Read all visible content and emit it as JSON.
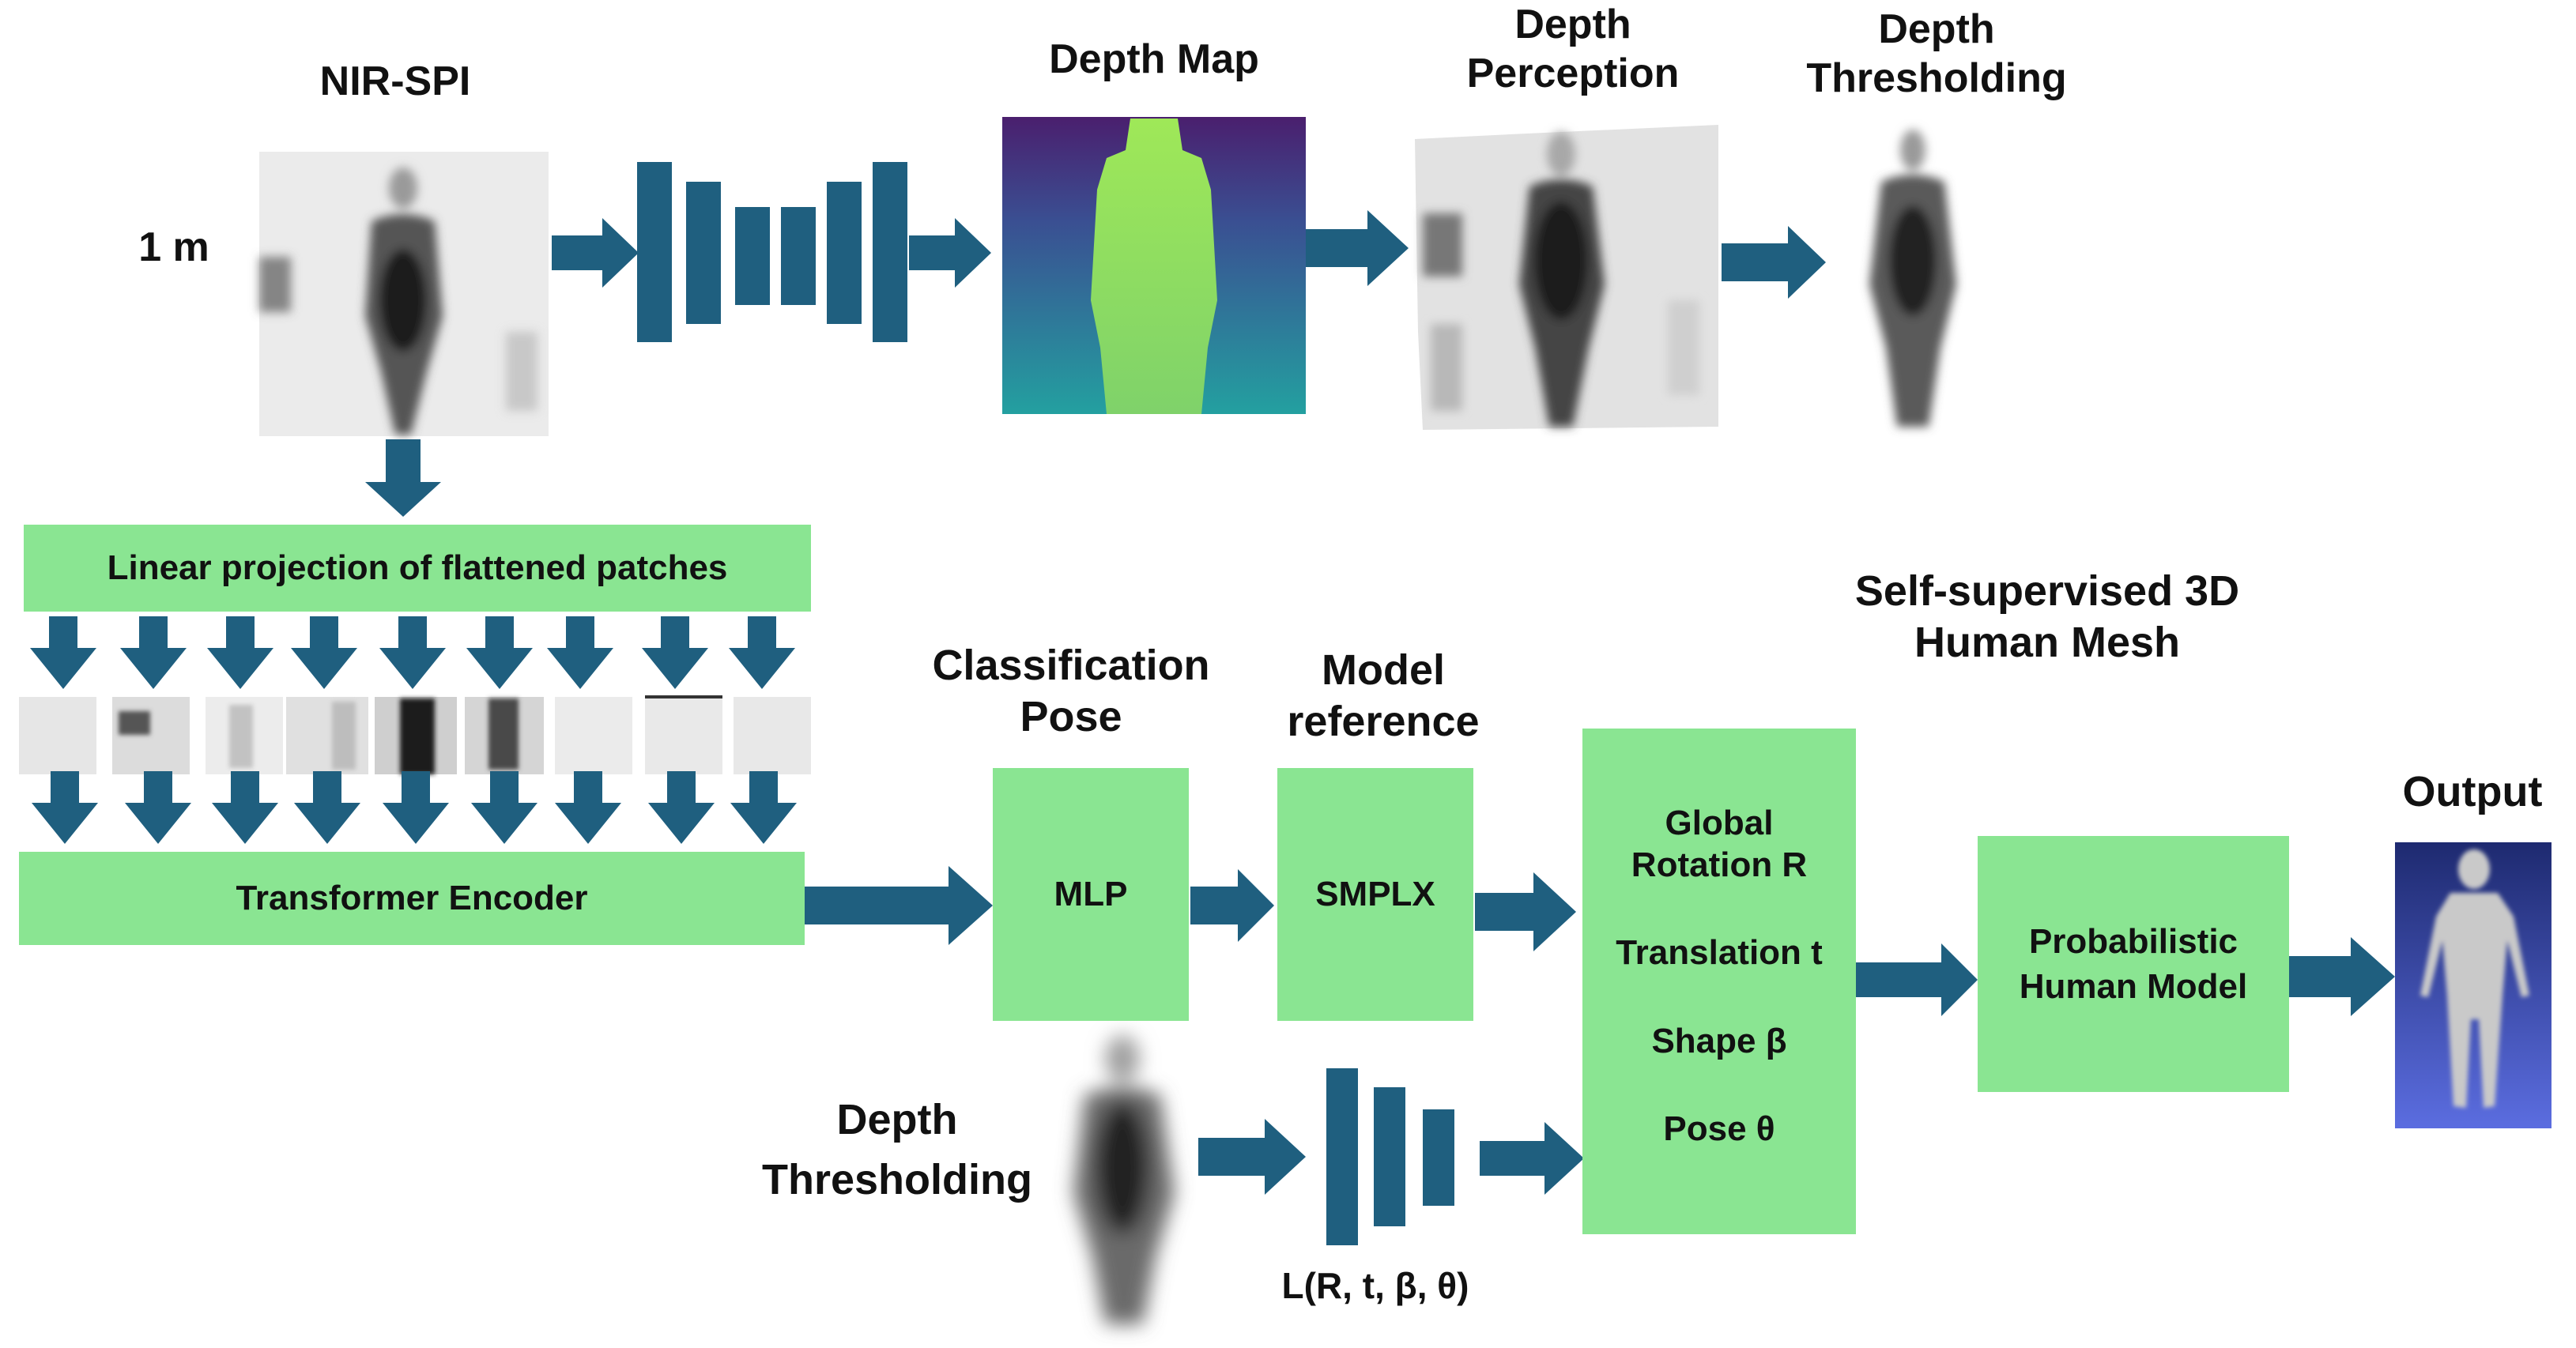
{
  "labels": {
    "nir_spi": "NIR-SPI",
    "distance": "1 m",
    "depth_map": "Depth Map",
    "depth_perception": "Depth\nPerception",
    "depth_thresholding_top": "Depth\nThresholding",
    "linear_projection": "Linear projection of flattened patches",
    "transformer_encoder": "Transformer Encoder",
    "classification_pose": "Classification\nPose",
    "model_reference": "Model\nreference",
    "self_supervised": "Self-supervised 3D\nHuman Mesh",
    "output": "Output",
    "mlp": "MLP",
    "smplx": "SMPLX",
    "global_rotation": "Global\nRotation R",
    "translation": "Translation t",
    "shape": "Shape β",
    "pose": "Pose θ",
    "probabilistic": "Probabilistic\nHuman Model",
    "depth_thresholding_bottom": "Depth\nThresholding",
    "loss": "L(R, t, β, θ)"
  },
  "colors": {
    "arrow": "#1f5f7f",
    "box_fill": "#8ae592",
    "network_bar": "#1f5f7f",
    "depth_map_bg": "#3b4c8c",
    "depth_map_figure": "#8fe060",
    "mesh_bg": "#3f4fb0"
  }
}
